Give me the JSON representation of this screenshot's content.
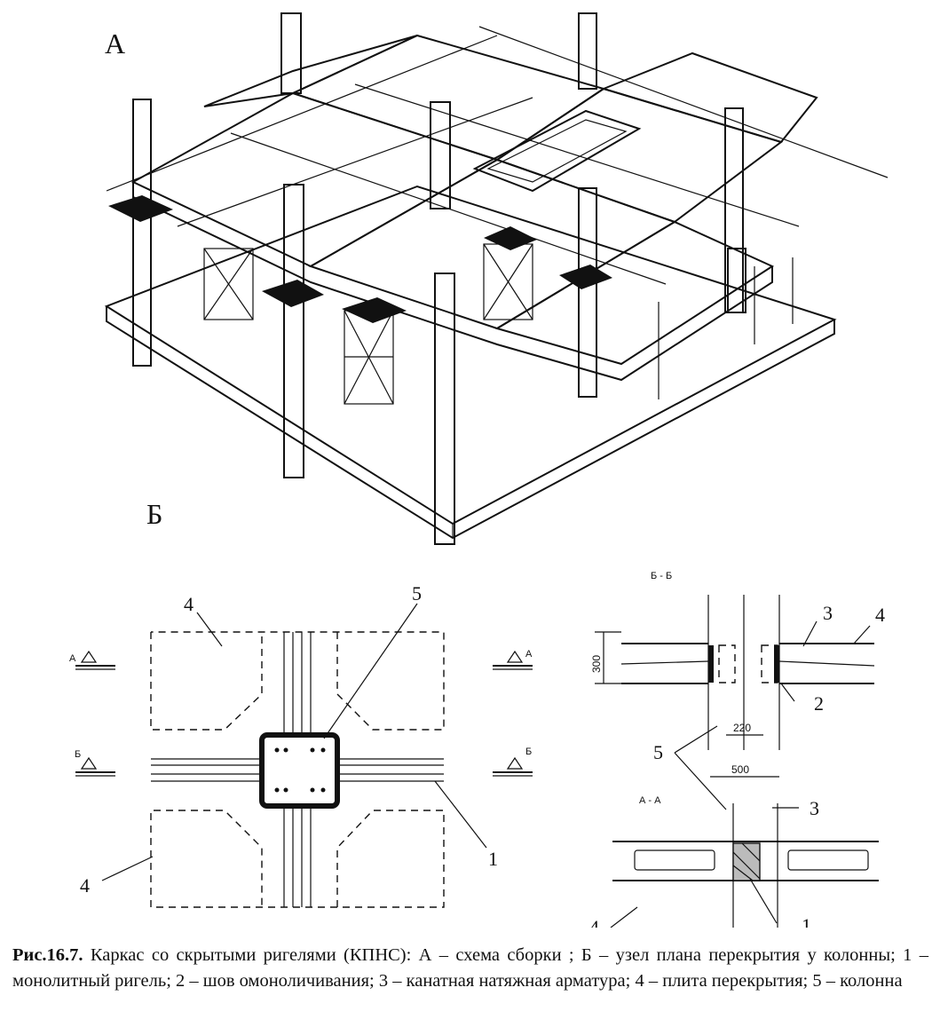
{
  "labels": {
    "part_a": "А",
    "part_b": "Б",
    "section_bb": "Б - Б",
    "section_aa": "А - А",
    "cut_a_left": "А",
    "cut_a_right": "А",
    "cut_b_left": "Б",
    "cut_b_right": "Б",
    "dim_300": "300",
    "dim_220": "220",
    "dim_500": "500",
    "n1": "1",
    "n2": "2",
    "n3": "3",
    "n4": "4",
    "n5": "5"
  },
  "caption": {
    "figure_number": "Рис.16.7.",
    "text": " Каркас со  скрытыми ригелями (КПНС): А – схема сборки ; Б – узел плана перекрытия у колонны; 1 – монолитный ригель; 2 – шов омоноличивания; 3 – канатная натяжная арматура; 4 – плита перекрытия; 5 – колонна"
  }
}
